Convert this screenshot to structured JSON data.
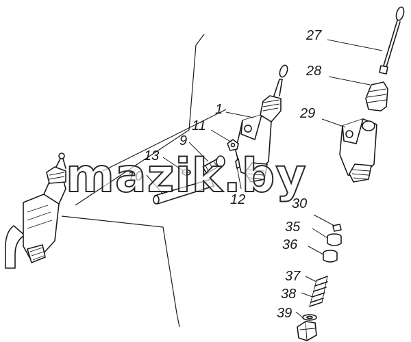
{
  "diagram": {
    "watermark": "mazik.by",
    "callouts": {
      "c1": "1",
      "c9": "9",
      "c10": "10",
      "c11": "11",
      "c12": "12",
      "c13": "13",
      "c27": "27",
      "c28": "28",
      "c29": "29",
      "c30": "30",
      "c35": "35",
      "c36": "36",
      "c37": "37",
      "c38": "38",
      "c39": "39"
    },
    "colors": {
      "ink": "#1a1a1a",
      "background": "#ffffff"
    }
  }
}
